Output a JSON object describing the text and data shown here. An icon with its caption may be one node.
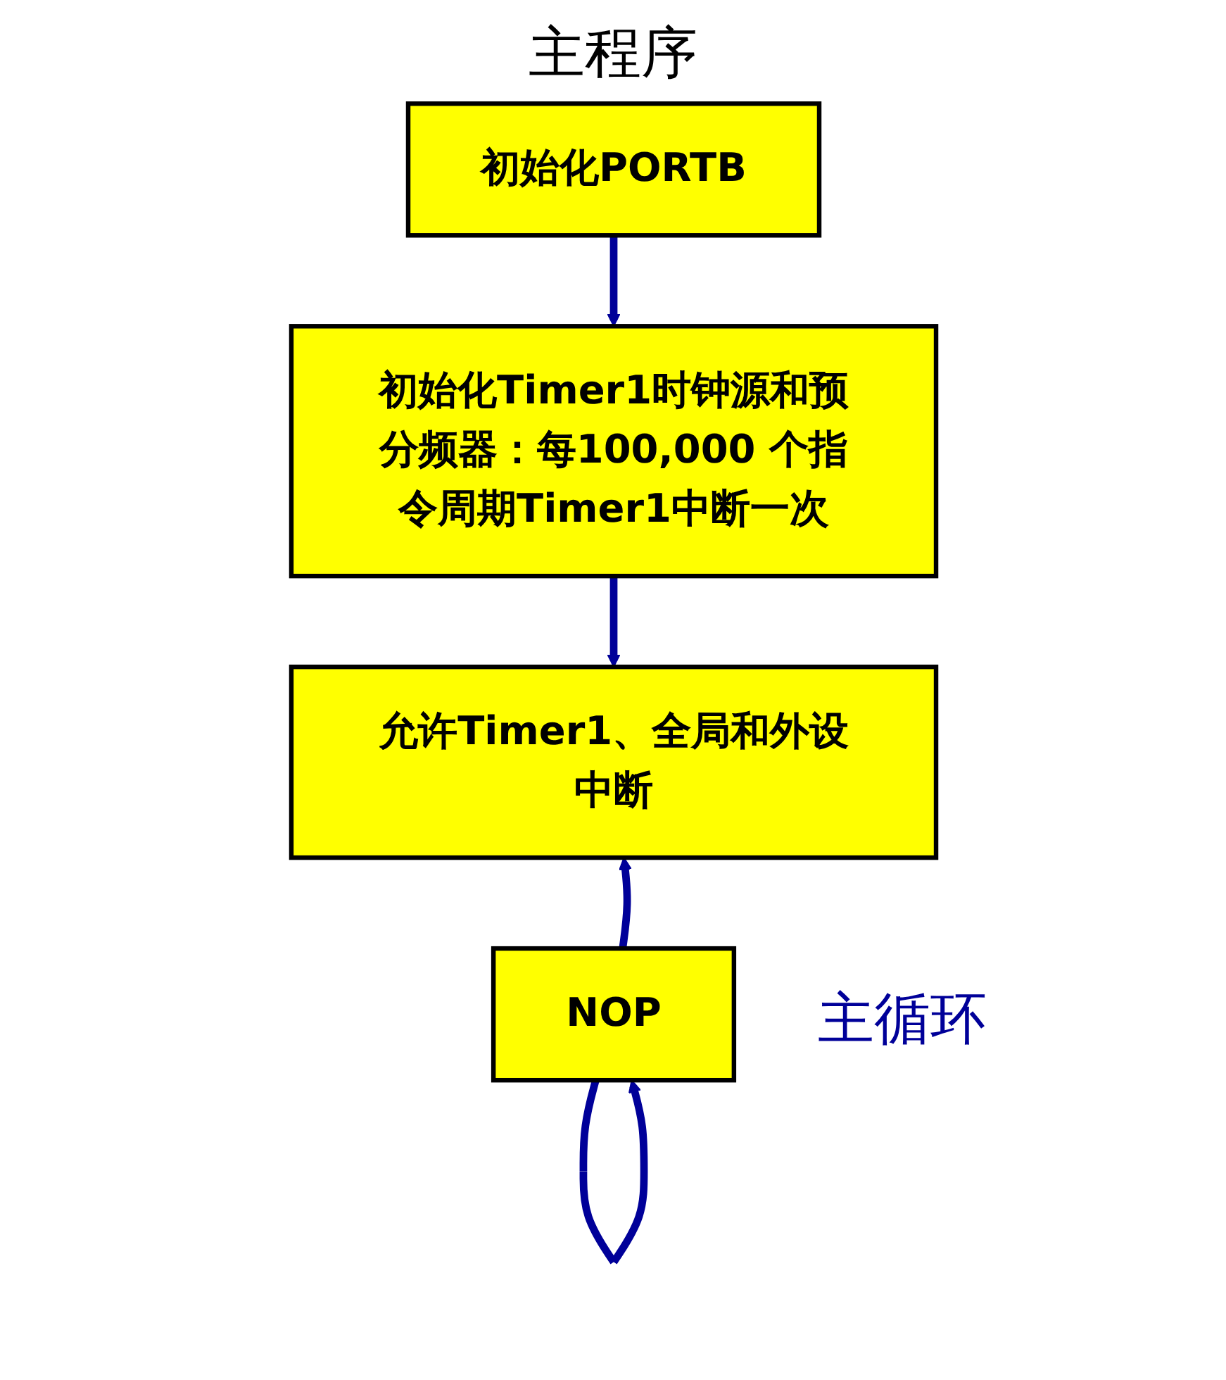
{
  "diagram": {
    "title": "主程序",
    "nodes": [
      {
        "text": [
          "初始化PORTB"
        ]
      },
      {
        "text": [
          "初始化Timer1时钟源和预分频器：每100,000 个指令周期Timer1中断一次"
        ]
      },
      {
        "text": [
          "允许Timer1、全局和外设中断"
        ]
      },
      {
        "text": [
          "NOP"
        ],
        "beside": [
          "主循环"
        ]
      }
    ],
    "edges": [
      {
        "from": 0,
        "to": 1,
        "arrow": "to"
      },
      {
        "from": 1,
        "to": 2,
        "arrow": "to"
      },
      {
        "from": 3,
        "to": 2,
        "arrow": "to"
      },
      {
        "from": 3,
        "to": 3,
        "arrow": "to"
      }
    ]
  }
}
